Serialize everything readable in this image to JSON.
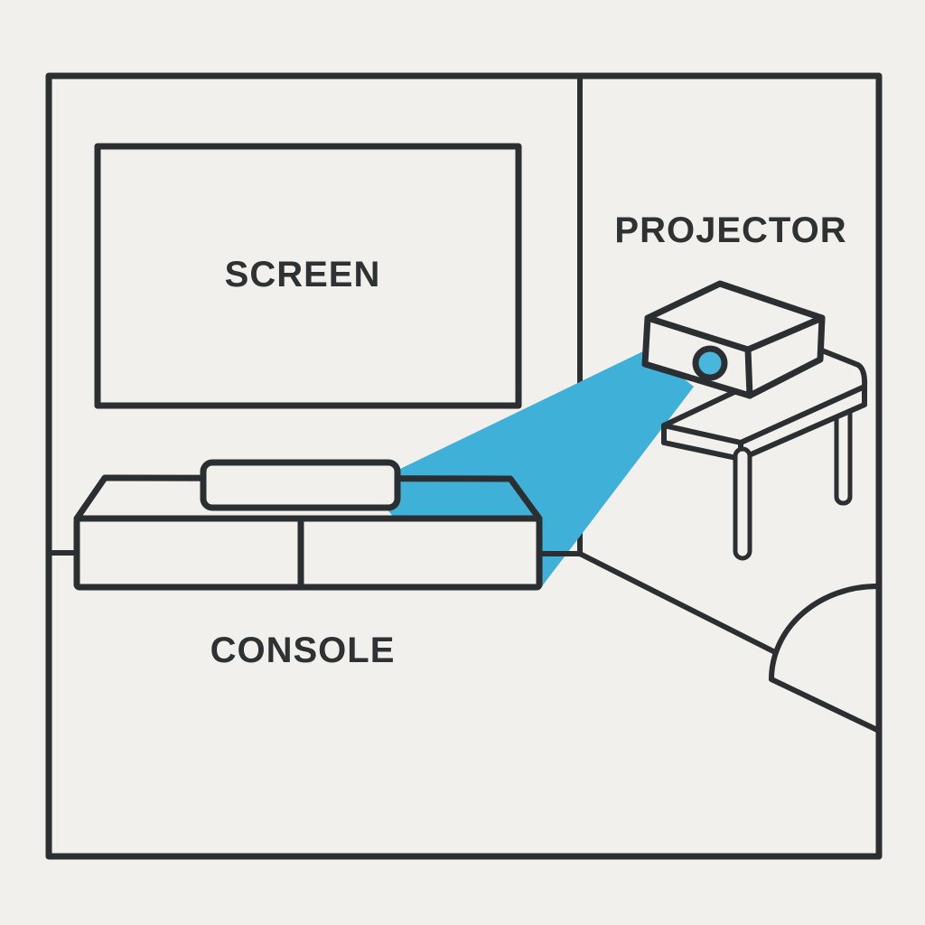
{
  "diagram": {
    "labels": {
      "screen": "SCREEN",
      "projector": "PROJECTOR",
      "console": "CONSOLE"
    }
  },
  "colors": {
    "background": "#f2f0ec",
    "line": "#2b2f31",
    "text": "#2e3233",
    "beam": "#3fb1d8",
    "lens": "#49b7dc"
  }
}
